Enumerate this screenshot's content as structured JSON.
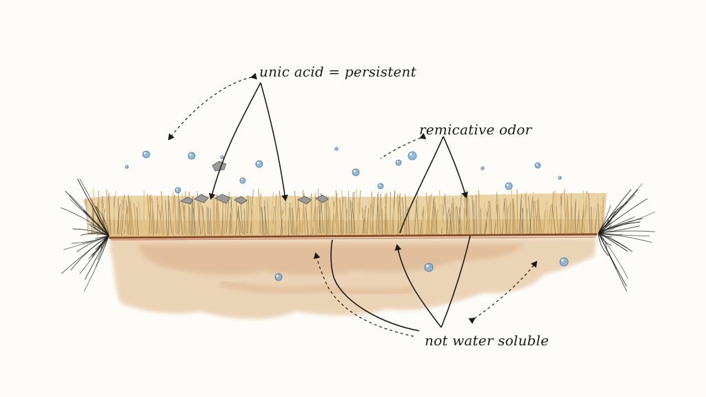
{
  "annotations": {
    "uric_acid": "unic acid = persistent",
    "odor": "remicative odor",
    "solubility": "not water soluble"
  },
  "colors": {
    "background": "#fdfcf9",
    "carpet_fiber": "#e2c48a",
    "carpet_shadow": "#c9a566",
    "backing_line": "#8a4a24",
    "underlay_stain": "#e7c9a6",
    "droplet": "#7fb0d6",
    "ink": "#1c1a17"
  },
  "icons": [
    "droplet-icon",
    "debris-icon",
    "arrow-icon"
  ]
}
